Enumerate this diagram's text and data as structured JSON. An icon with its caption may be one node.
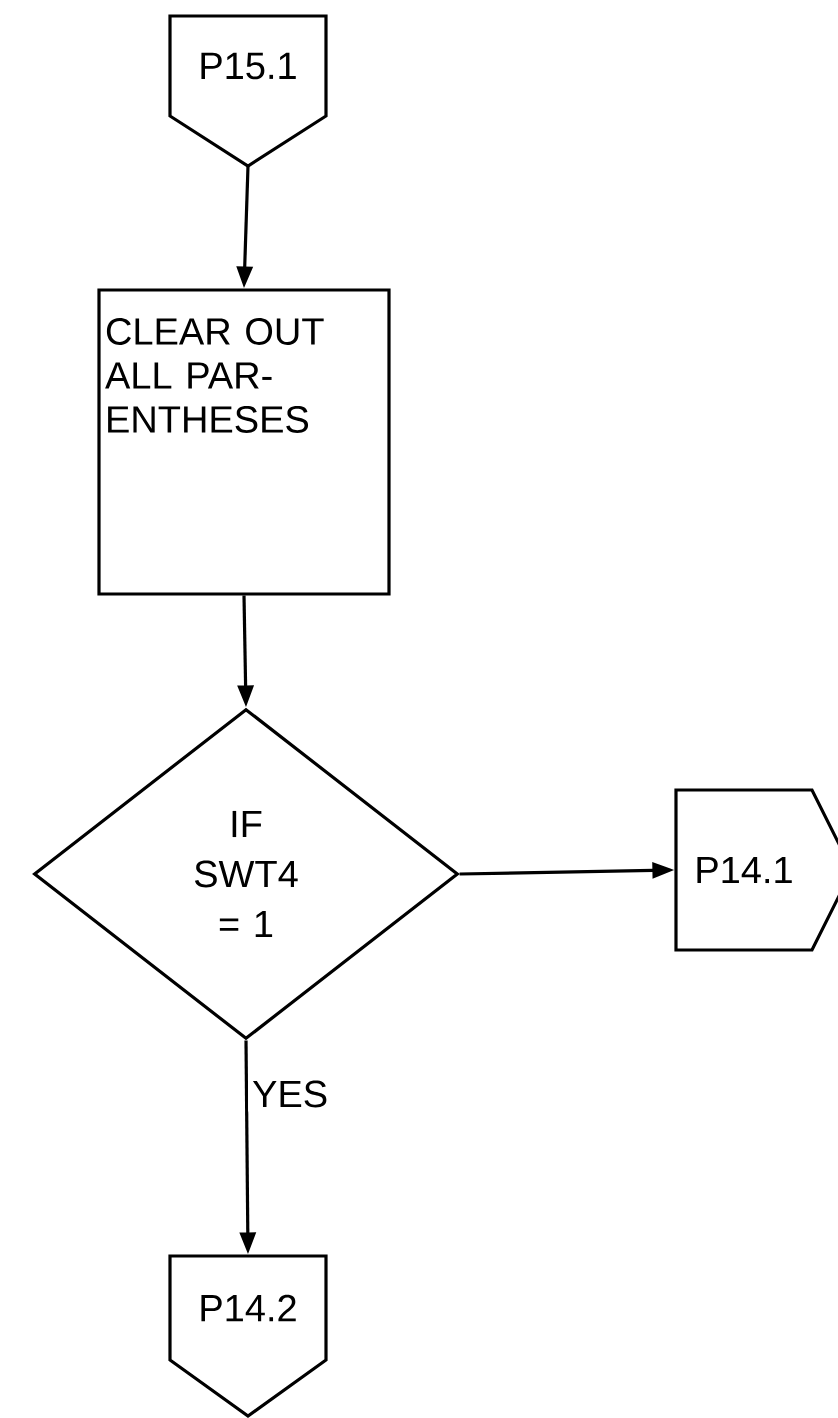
{
  "diagram": {
    "nodes": [
      {
        "text": [
          "P15.1"
        ]
      },
      {
        "text": [
          "CLEAR OUT ALL PAR- ENTHESES"
        ]
      },
      {
        "text": [
          "IF SWT4 = 1"
        ]
      },
      {
        "text": [
          "P14.1"
        ]
      },
      {
        "text": [
          "P14.2"
        ]
      }
    ],
    "edges": [
      {
        "from": 0,
        "to": 1,
        "arrow": "to"
      },
      {
        "from": 1,
        "to": 2,
        "arrow": "to"
      },
      {
        "from": 2,
        "to": 3,
        "arrow": "to"
      },
      {
        "from": 2,
        "to": 4,
        "label": "YES",
        "arrow": "to"
      }
    ]
  }
}
